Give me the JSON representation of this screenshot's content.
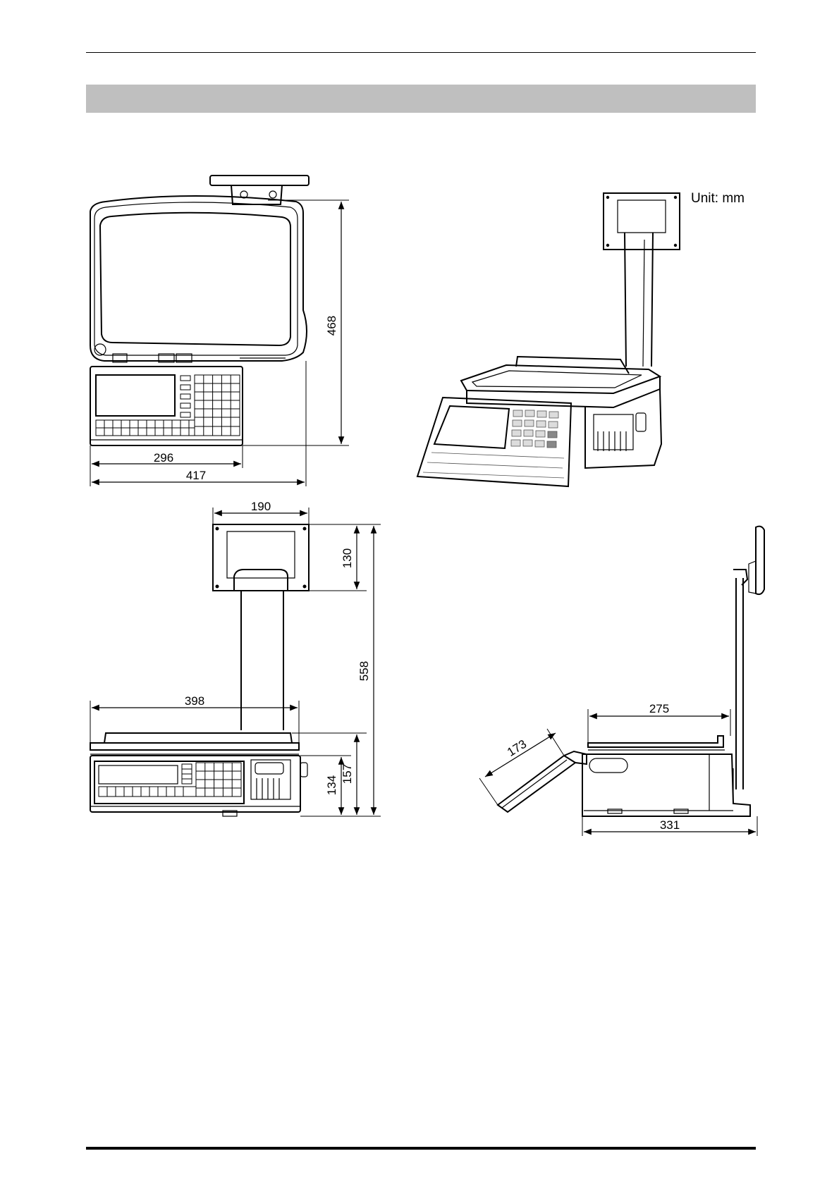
{
  "unit_label": "Unit: mm",
  "dimensions": {
    "top_depth": "468",
    "keyboard_width": "296",
    "overall_width": "417",
    "display_width": "190",
    "display_height": "130",
    "overall_height": "558",
    "platter_width": "398",
    "body_height": "134",
    "platter_height": "157",
    "platter_depth": "275",
    "keyboard_length": "173",
    "overall_depth": "331"
  },
  "colors": {
    "section_bar": "#bfbfbf",
    "rules": "#000000",
    "ink": "#000000"
  }
}
